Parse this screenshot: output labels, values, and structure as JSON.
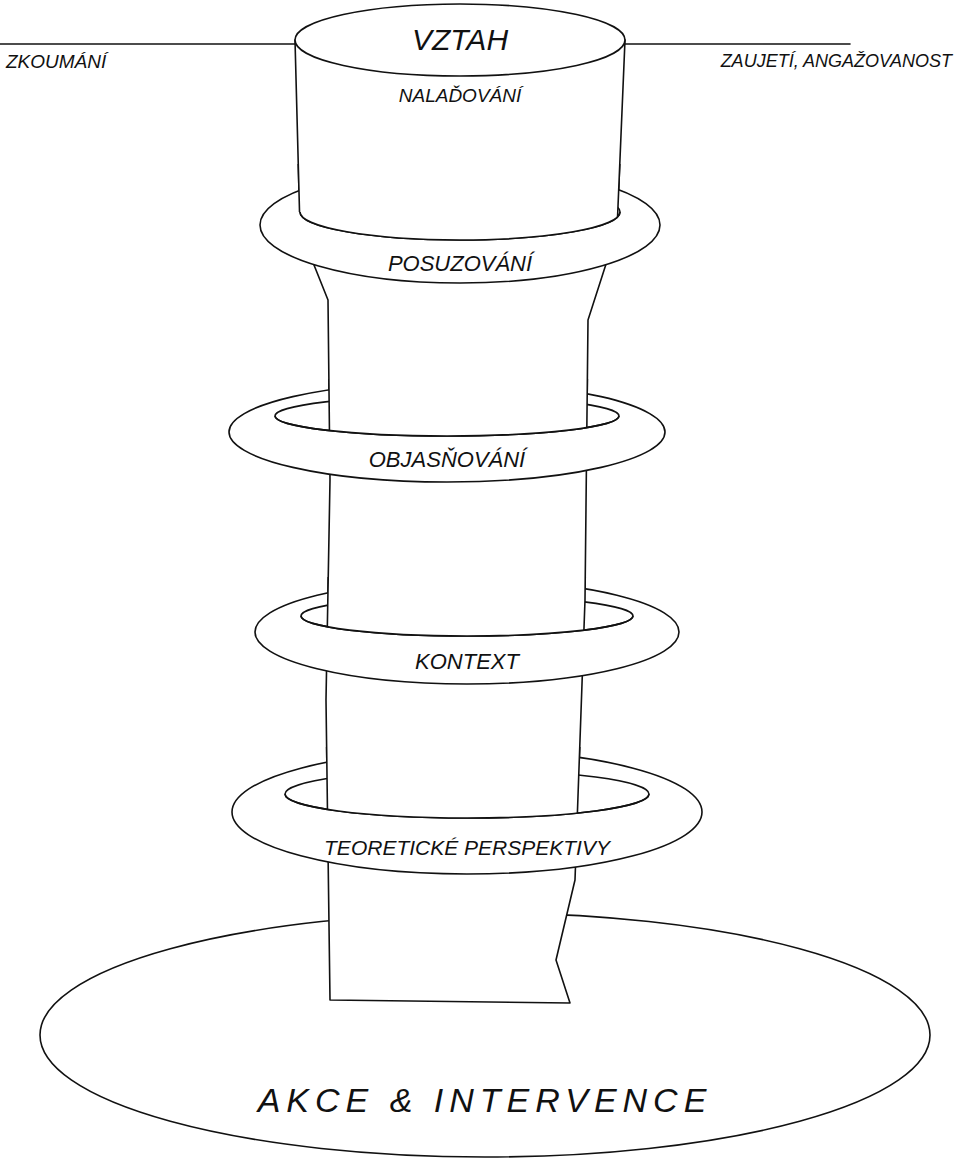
{
  "diagram": {
    "nodes": [
      {
        "text": [
          "VZTAH",
          "NALAĎOVÁNÍ"
        ]
      },
      {
        "text": [
          "POSUZOVÁNÍ"
        ]
      },
      {
        "text": [
          "OBJASŇOVÁNÍ"
        ]
      },
      {
        "text": [
          "KONTEXT"
        ]
      },
      {
        "text": [
          "TEORETICKÉ PERSPEKTIVY"
        ]
      },
      {
        "text": [
          "AKCE & INTERVENCE"
        ]
      }
    ],
    "labels": [
      "ZKOUMÁNÍ",
      "ZAUJETÍ, ANGAŽOVANOST"
    ]
  }
}
